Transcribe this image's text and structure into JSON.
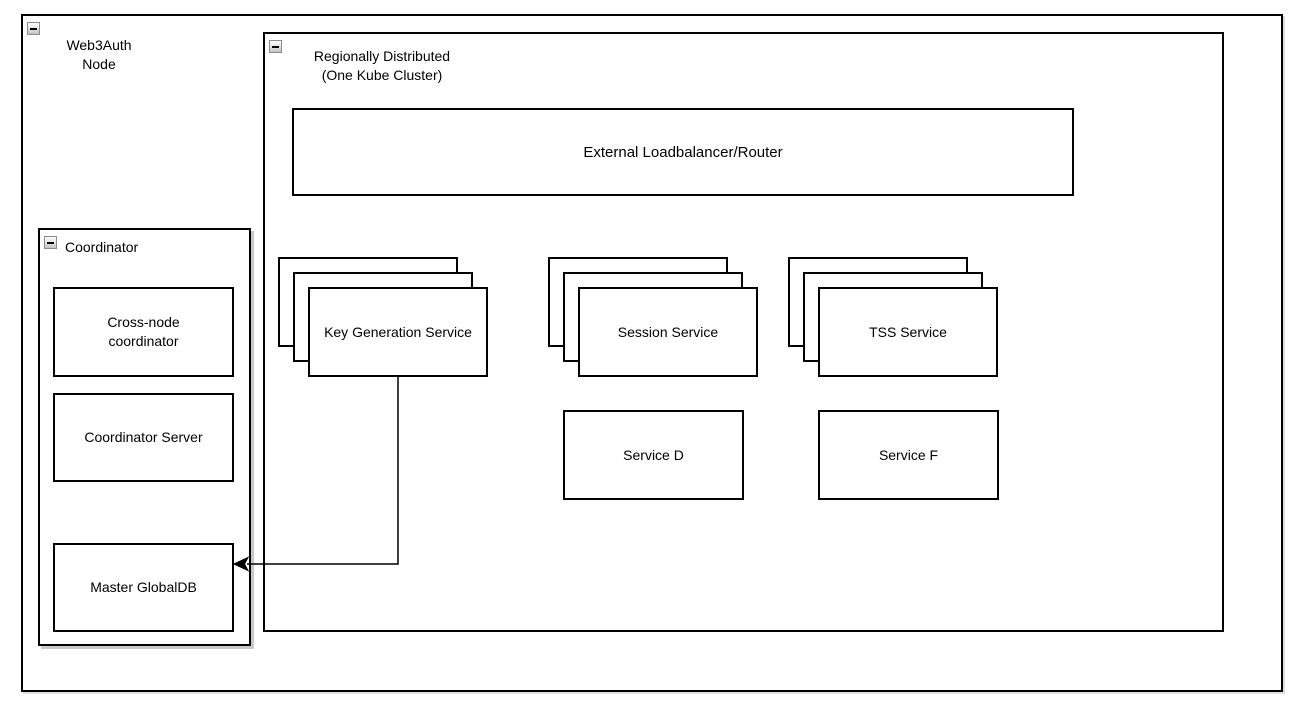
{
  "diagram_type": "architecture-diagram",
  "colors": {
    "border": "#000000",
    "fill": "#ffffff",
    "shadow": "#cccccc",
    "text": "#000000"
  },
  "groups": {
    "web3auth": {
      "line1": "Web3Auth",
      "line2": "Node",
      "icon": "collapse-minus-icon"
    },
    "region": {
      "line1": "Regionally Distributed",
      "line2": "(One Kube Cluster)",
      "icon": "collapse-minus-icon"
    },
    "coordinator": {
      "label": "Coordinator",
      "icon": "collapse-minus-icon"
    }
  },
  "nodes": {
    "load_balancer": {
      "label": "External Loadbalancer/Router"
    },
    "key_generation": {
      "label": "Key Generation Service",
      "stack_count": 3
    },
    "session": {
      "label": "Session Service",
      "stack_count": 3
    },
    "tss": {
      "label": "TSS Service",
      "stack_count": 3
    },
    "service_d": {
      "label": "Service D"
    },
    "service_f": {
      "label": "Service F"
    },
    "cross_node": {
      "label": "Cross-node coordinator"
    },
    "coordinator_server": {
      "label": "Coordinator Server"
    },
    "master_globaldb": {
      "label": "Master GlobalDB"
    }
  },
  "connections": [
    {
      "from": "Key Generation Service",
      "to": "Master GlobalDB",
      "style": "orthogonal",
      "arrowhead": "left"
    }
  ]
}
